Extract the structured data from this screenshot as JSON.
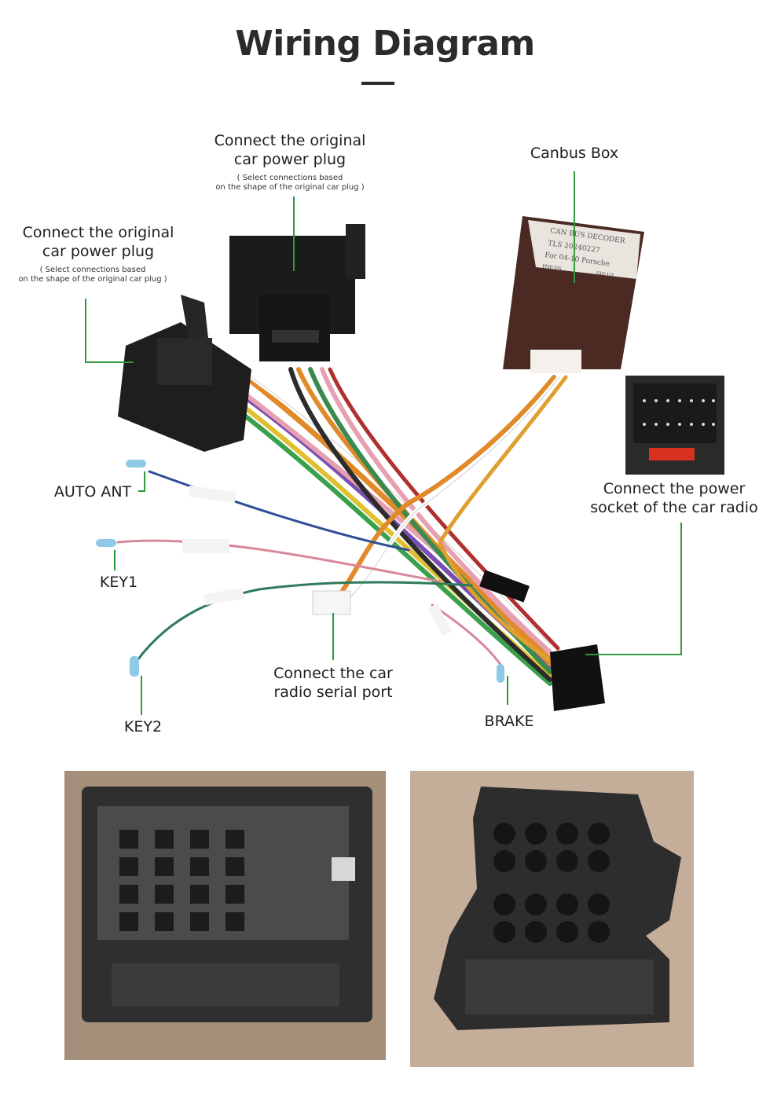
{
  "title": "Wiring Diagram",
  "labels": {
    "top_plug_title_line1": "Connect the original",
    "top_plug_title_line2": "car power plug",
    "top_plug_sub_line1": "( Select connections based",
    "top_plug_sub_line2": "on the shape of the original car plug )",
    "left_plug_title_line1": "Connect the original",
    "left_plug_title_line2": "car power plug",
    "left_plug_sub_line1": "( Select connections based",
    "left_plug_sub_line2": "on the shape of the original car plug )",
    "canbus_box": "Canbus Box",
    "power_socket_line1": "Connect the power",
    "power_socket_line2": "socket of the car radio",
    "auto_ant": "AUTO ANT",
    "key1": "KEY1",
    "key2": "KEY2",
    "serial_line1": "Connect the car",
    "serial_line2": "radio serial port",
    "brake": "BRAKE"
  },
  "canbus_decoder": {
    "line1": "CAN BUS DECODER",
    "line2": "TLS 20240227",
    "line3": "For 04-10 Porsche",
    "hw": "HW:V6",
    "sw": "SW:V4"
  },
  "colors": {
    "pointer_line": "#2e9a3c",
    "connector": "#1c1c1c",
    "canbus_body": "#4a2a22"
  }
}
